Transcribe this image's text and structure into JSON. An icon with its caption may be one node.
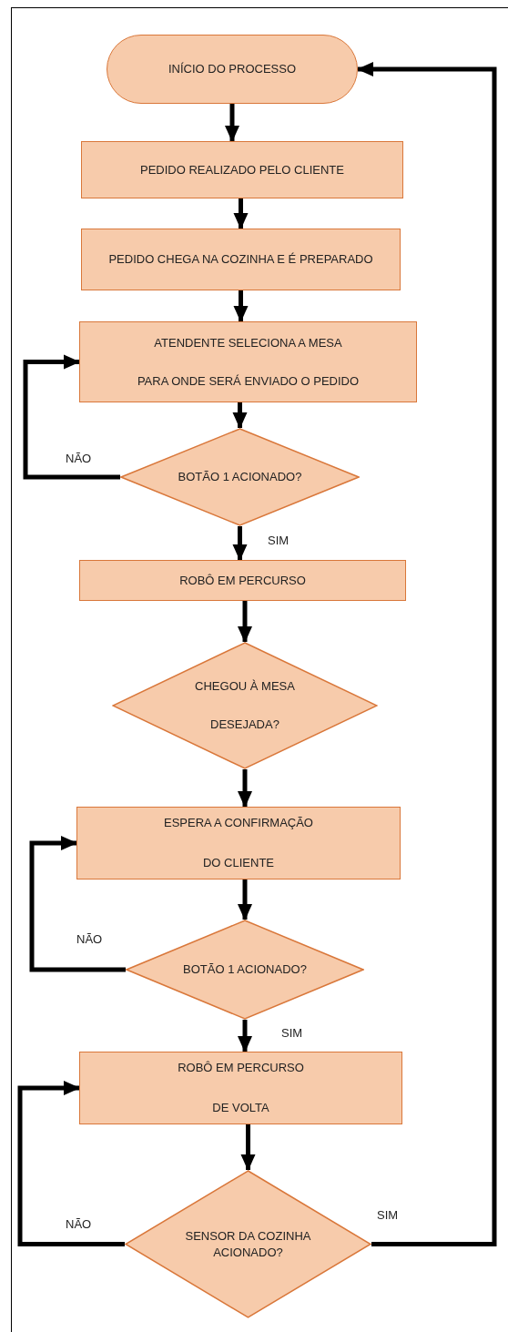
{
  "diagram": {
    "nodes": [
      {
        "text": [
          "INÍCIO DO PROCESSO"
        ]
      },
      {
        "text": [
          "PEDIDO REALIZADO PELO CLIENTE"
        ]
      },
      {
        "text": [
          "PEDIDO CHEGA NA COZINHA E É PREPARADO"
        ]
      },
      {
        "text": [
          "ATENDENTE SELECIONA A MESA",
          "PARA ONDE SERÁ ENVIADO O PEDIDO"
        ]
      },
      {
        "text": [
          "BOTÃO 1 ACIONADO?"
        ]
      },
      {
        "text": [
          "ROBÔ EM PERCURSO"
        ]
      },
      {
        "text": [
          "CHEGOU À MESA",
          "DESEJADA?"
        ]
      },
      {
        "text": [
          "ESPERA A CONFIRMAÇÃO",
          "DO CLIENTE"
        ]
      },
      {
        "text": [
          "BOTÃO 1 ACIONADO?"
        ]
      },
      {
        "text": [
          "ROBÔ EM PERCURSO",
          "DE VOLTA"
        ]
      },
      {
        "text": [
          "SENSOR DA COZINHA ACIONADO?"
        ]
      }
    ],
    "edges": [
      {
        "from": 0,
        "to": 1,
        "arrow": "to"
      },
      {
        "from": 1,
        "to": 2,
        "arrow": "to"
      },
      {
        "from": 2,
        "to": 3,
        "arrow": "to"
      },
      {
        "from": 3,
        "to": 4,
        "arrow": "to"
      },
      {
        "from": 4,
        "to": 3,
        "arrow": "to",
        "label": "NÃO"
      },
      {
        "from": 4,
        "to": 5,
        "arrow": "to",
        "label": "SIM"
      },
      {
        "from": 5,
        "to": 6,
        "arrow": "to"
      },
      {
        "from": 6,
        "to": 7,
        "arrow": "to"
      },
      {
        "from": 7,
        "to": 8,
        "arrow": "to"
      },
      {
        "from": 8,
        "to": 7,
        "arrow": "to",
        "label": "NÃO"
      },
      {
        "from": 8,
        "to": 9,
        "arrow": "to",
        "label": "SIM"
      },
      {
        "from": 9,
        "to": 10,
        "arrow": "to"
      },
      {
        "from": 10,
        "to": 9,
        "arrow": "to",
        "label": "NÃO"
      },
      {
        "from": 10,
        "to": 0,
        "arrow": "to",
        "label": "SIM"
      }
    ]
  }
}
